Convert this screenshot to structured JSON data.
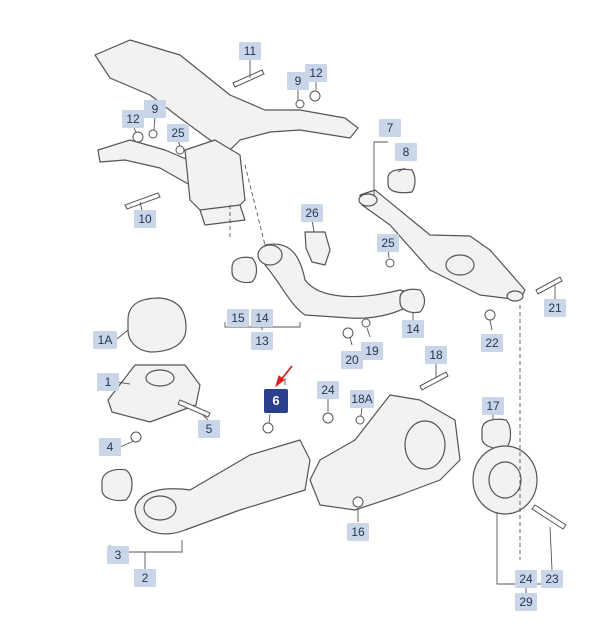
{
  "diagram": {
    "highlighted_part": "6",
    "colors": {
      "callout_bg": "#c9d6e8",
      "callout_text": "#1f3550",
      "selected_bg": "#2b3f8f",
      "arrow": "#e02020",
      "line": "#555555",
      "part_fill": "#f2f2f2"
    },
    "callouts": {
      "c11": "11",
      "c9a": "9",
      "c12a": "12",
      "c12b": "12",
      "c9b": "9",
      "c25a": "25",
      "c10": "10",
      "c7": "7",
      "c8": "8",
      "c26": "26",
      "c25b": "25",
      "c21": "21",
      "c15": "15",
      "c14a": "14",
      "c13": "13",
      "c14b": "14",
      "c22": "22",
      "c20": "20",
      "c19": "19",
      "c1A": "1A",
      "c18": "18",
      "c1": "1",
      "c6": "6",
      "c24a": "24",
      "c18A": "18A",
      "c17": "17",
      "c4": "4",
      "c5": "5",
      "c3": "3",
      "c2": "2",
      "c16": "16",
      "c24b": "24",
      "c23": "23",
      "c29": "29"
    }
  }
}
